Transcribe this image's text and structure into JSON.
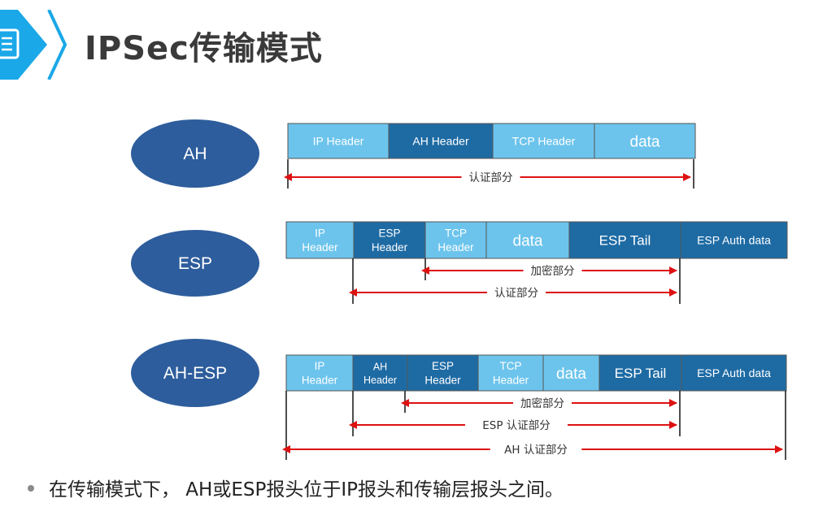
{
  "title": "IPSec传输模式",
  "colors": {
    "light": "#6cc4ec",
    "dark": "#1e6ba4",
    "oval": "#2d5d9c",
    "arrow": "#dd1111",
    "border": "#555555",
    "accent": "#1aa8e8"
  },
  "icons": {
    "header": "document-list-icon"
  },
  "rows": [
    {
      "id": "ah",
      "label": "AH",
      "cells": [
        {
          "lines": [
            "IP Header"
          ],
          "tone": "light"
        },
        {
          "lines": [
            "AH Header"
          ],
          "tone": "dark"
        },
        {
          "lines": [
            "TCP Header"
          ],
          "tone": "light"
        },
        {
          "lines": [
            "data"
          ],
          "tone": "light"
        }
      ],
      "spans": [
        {
          "label": "认证部分"
        }
      ]
    },
    {
      "id": "esp",
      "label": "ESP",
      "cells": [
        {
          "lines": [
            "IP",
            "Header"
          ],
          "tone": "light"
        },
        {
          "lines": [
            "ESP",
            "Header"
          ],
          "tone": "dark"
        },
        {
          "lines": [
            "TCP",
            "Header"
          ],
          "tone": "light"
        },
        {
          "lines": [
            "data"
          ],
          "tone": "light"
        },
        {
          "lines": [
            "ESP Tail"
          ],
          "tone": "dark"
        },
        {
          "lines": [
            "ESP Auth data"
          ],
          "tone": "dark"
        }
      ],
      "spans": [
        {
          "label": "加密部分"
        },
        {
          "label": "认证部分"
        }
      ]
    },
    {
      "id": "ah-esp",
      "label": "AH-ESP",
      "cells": [
        {
          "lines": [
            "IP",
            "Header"
          ],
          "tone": "light"
        },
        {
          "lines": [
            "AH",
            "Header"
          ],
          "tone": "dark"
        },
        {
          "lines": [
            "ESP",
            "Header"
          ],
          "tone": "dark"
        },
        {
          "lines": [
            "TCP",
            "Header"
          ],
          "tone": "light"
        },
        {
          "lines": [
            "data"
          ],
          "tone": "light"
        },
        {
          "lines": [
            "ESP Tail"
          ],
          "tone": "dark"
        },
        {
          "lines": [
            "ESP Auth data"
          ],
          "tone": "dark"
        }
      ],
      "spans": [
        {
          "label": "加密部分"
        },
        {
          "label": "ESP 认证部分"
        },
        {
          "label": "AH 认证部分"
        }
      ]
    }
  ],
  "bullet": "在传输模式下， AH或ESP报头位于IP报头和传输层报头之间。"
}
